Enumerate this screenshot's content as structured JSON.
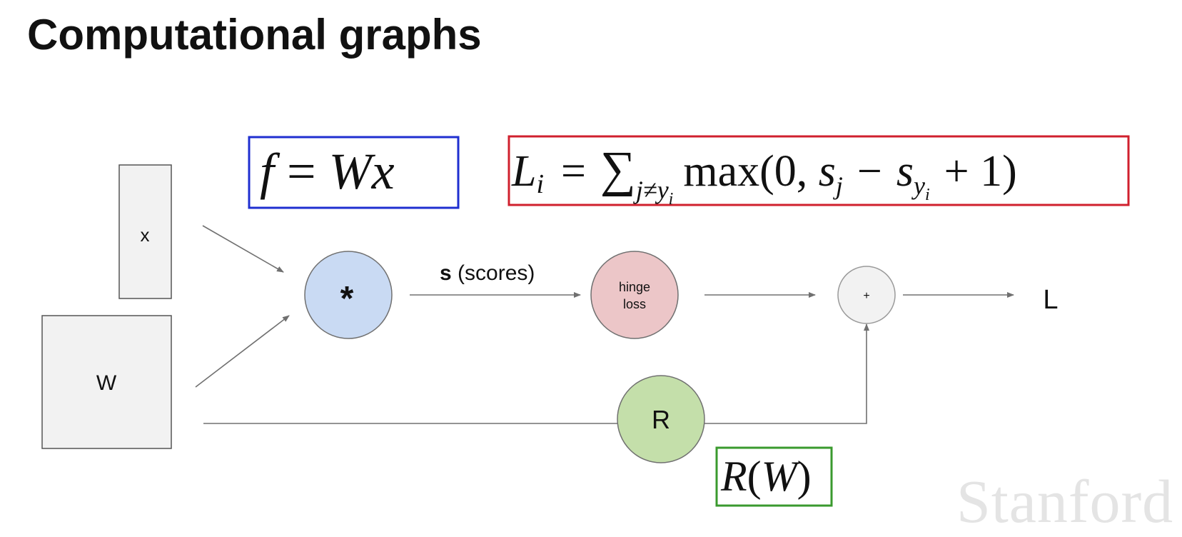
{
  "title": "Computational graphs",
  "inputs": {
    "x_label": "x",
    "w_label": "W"
  },
  "nodes": {
    "multiply": "*",
    "hinge_line1": "hinge",
    "hinge_line2": "loss",
    "plus": "+",
    "regularizer": "R",
    "output": "L"
  },
  "edges": {
    "scores_bold": "s",
    "scores_rest": " (scores)"
  },
  "equations": {
    "score_function": {
      "f": "f",
      "eq": " = ",
      "W": "W",
      "x": "x"
    },
    "loss_function": {
      "L": "L",
      "L_sub": "i",
      "eq": "=",
      "sum": "∑",
      "sum_sub": "j≠",
      "sum_sub_y": "y",
      "sum_sub_y_sub": "i",
      "max": "max(0, ",
      "s_j": "s",
      "s_j_sub": "j",
      "minus": "−",
      "s_y": "s",
      "s_y_sub": "y",
      "s_y_sub_sub": "i",
      "plus_one": "+ 1)"
    },
    "regularization": {
      "R": "R",
      "open": "(",
      "W": "W",
      "close": ")"
    }
  },
  "watermark": "Stanford",
  "colors": {
    "score_box_border": "#1f2fd0",
    "loss_box_border": "#d0202e",
    "reg_box_border": "#3a9a2e",
    "multiply_fill": "#c9daf3",
    "hinge_fill": "#ecc6c8",
    "plus_fill": "#f2f2f2",
    "reg_fill": "#c4dfaa",
    "input_fill": "#f2f2f2",
    "edge": "#707070"
  }
}
